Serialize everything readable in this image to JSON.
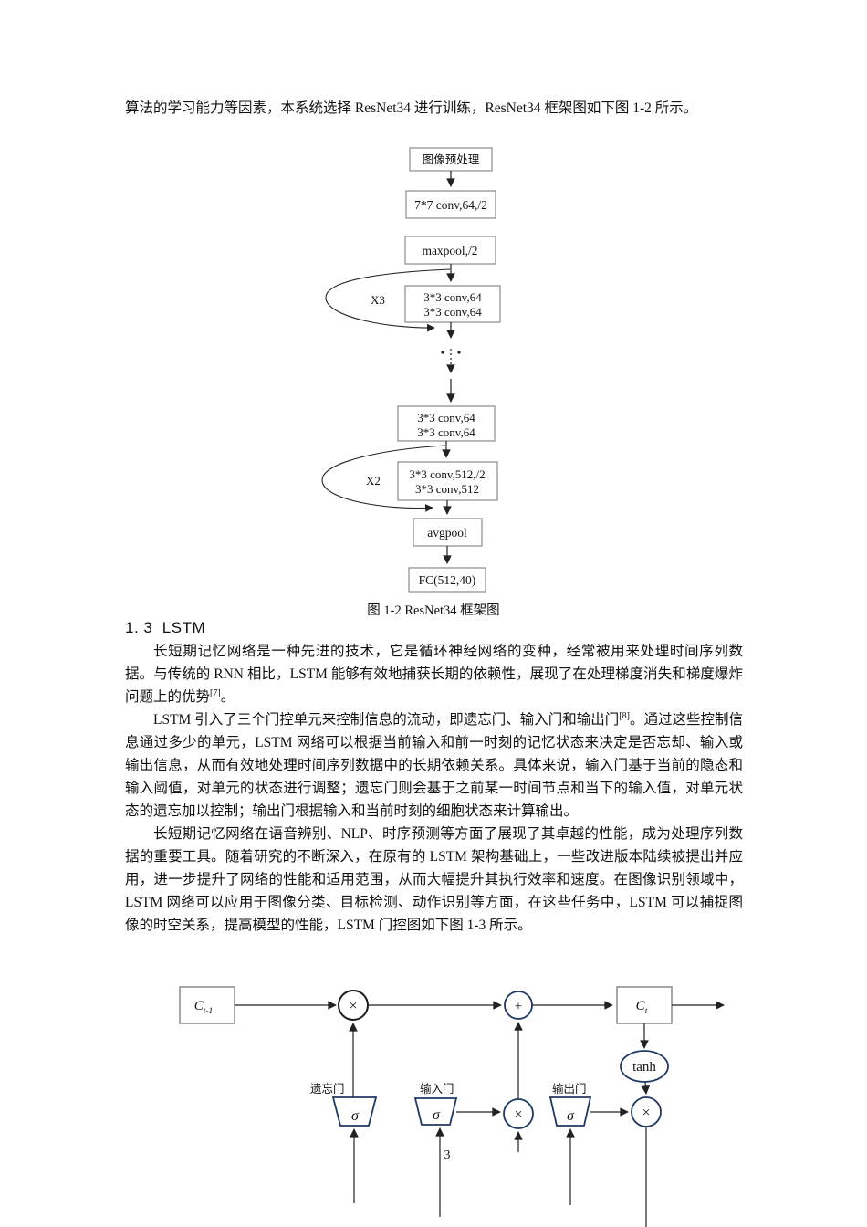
{
  "page_number": "3",
  "intro": {
    "text": "算法的学习能力等因素，本系统选择 ResNet34 进行训练，ResNet34 框架图如下图 1-2 所示。"
  },
  "resnet_figure": {
    "caption": "图 1-2 ResNet34 框架图",
    "nodes": {
      "preprocess": "图像预处理",
      "conv7": "7*7 conv,64,/2",
      "maxpool": "maxpool,/2",
      "block1_l1": "3*3 conv,64",
      "block1_l2": "3*3 conv,64",
      "block2_l1": "3*3 conv,64",
      "block2_l2": "3*3 conv,64",
      "block3_l1": "3*3 conv,512,/2",
      "block3_l2": "3*3 conv,512",
      "avgpool": "avgpool",
      "fc": "FC(512,40)"
    },
    "loops": {
      "x3": "X3",
      "x2": "X2"
    }
  },
  "section": {
    "number_title": "1. 3  LSTM"
  },
  "body": {
    "p1_text": "长短期记忆网络是一种先进的技术，它是循环神经网络的变种，经常被用来处理时间序列数据。与传统的 RNN 相比，LSTM 能够有效地捕获长期的依赖性，展现了在处理梯度消失和梯度爆炸问题上的优势",
    "p1_ref": "[7]",
    "p1_end": "。",
    "p2_text": "LSTM 引入了三个门控单元来控制信息的流动，即遗忘门、输入门和输出门",
    "p2_ref": "[8]",
    "p2_end": "。通过这些控制信息通过多少的单元，LSTM 网络可以根据当前输入和前一时刻的记忆状态来决定是否忘却、输入或输出信息，从而有效地处理时间序列数据中的长期依赖关系。具体来说，输入门基于当前的隐态和输入阈值，对单元的状态进行调整；遗忘门则会基于之前某一时间节点和当下的输入值，对单元状态的遗忘加以控制；输出门根据输入和当前时刻的细胞状态来计算输出。",
    "p3_text": "长短期记忆网络在语音辨别、NLP、时序预测等方面了展现了其卓越的性能，成为处理序列数据的重要工具。随着研究的不断深入，在原有的 LSTM 架构基础上，一些改进版本陆续被提出并应用，进一步提升了网络的性能和适用范围，从而大幅提升其执行效率和速度。在图像识别领域中，LSTM 网络可以应用于图像分类、目标检测、动作识别等方面，在这些任务中，LSTM 可以捕捉图像的时空关系，提高模型的性能，LSTM 门控图如下图 1-3 所示。"
  },
  "lstm_figure": {
    "cells": {
      "c_prev_main": "C",
      "c_prev_sub": "t-1",
      "c_t_main": "C",
      "c_t_sub": "t"
    },
    "ops": {
      "multiply": "×",
      "add": "+",
      "tanh": "tanh",
      "sigma": "σ"
    },
    "gates": {
      "forget": "遗忘门",
      "input": "输入门",
      "output": "输出门"
    },
    "colors": {
      "shape_stroke": "#1f3864",
      "line": "#222222",
      "box_stroke": "#8a8a8a"
    }
  }
}
